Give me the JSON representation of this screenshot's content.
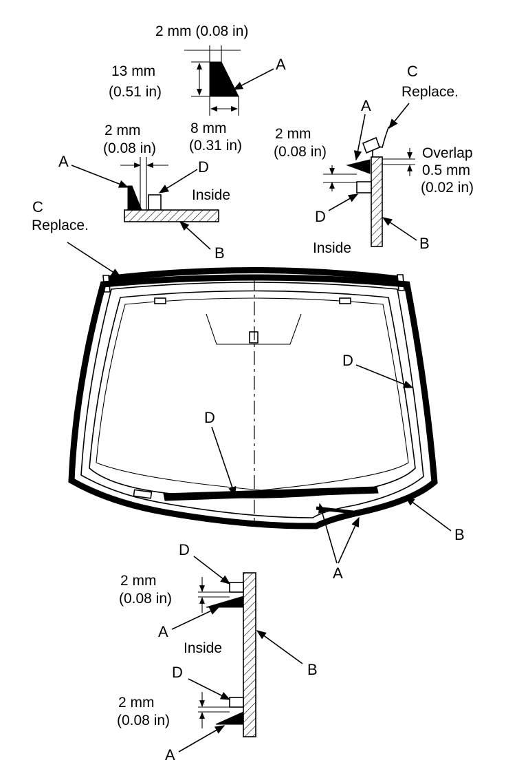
{
  "labels": {
    "a": "A",
    "b": "B",
    "c": "C",
    "d": "D",
    "replace": "Replace.",
    "inside": "Inside",
    "overlap": "Overlap"
  },
  "dimensions": {
    "w2mm": "2 mm (0.08 in)",
    "h13mm": "13 mm",
    "h13in": "(0.51 in)",
    "w8mm": "8 mm",
    "w8in": "(0.31 in)",
    "g2mm": "2 mm",
    "g2in": "(0.08 in)",
    "ov_mm": "0.5 mm",
    "ov_in": "(0.02 in)"
  },
  "colors": {
    "ink": "#000000",
    "paper": "#ffffff"
  }
}
